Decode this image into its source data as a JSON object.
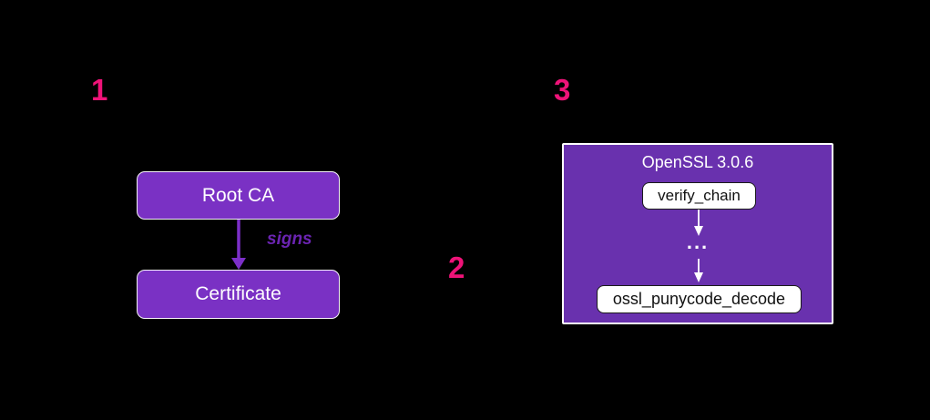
{
  "colors": {
    "background": "#000000",
    "node_fill": "#7A31C4",
    "node_border": "#F5F2F8",
    "node_text": "#FFFFFF",
    "panel_fill": "#6931AE",
    "panel_border": "#FFFFFF",
    "step_number": "#EE1378",
    "arrow_purple": "#7C2FC8",
    "edge_label": "#6B24B2",
    "inner_node_fill": "#FFFFFF",
    "inner_node_border": "#1A1A1A",
    "inner_node_text": "#111111",
    "arrow_white": "#FFFFFF"
  },
  "steps": [
    {
      "label": "1"
    },
    {
      "label": "2"
    },
    {
      "label": "3"
    }
  ],
  "diagram_signing": {
    "root_ca": "Root CA",
    "certificate": "Certificate",
    "edge_label": "signs"
  },
  "diagram_openssl": {
    "title": "OpenSSL 3.0.6",
    "top_function": "verify_chain",
    "ellipsis": "...",
    "bottom_function": "ossl_punycode_decode"
  }
}
